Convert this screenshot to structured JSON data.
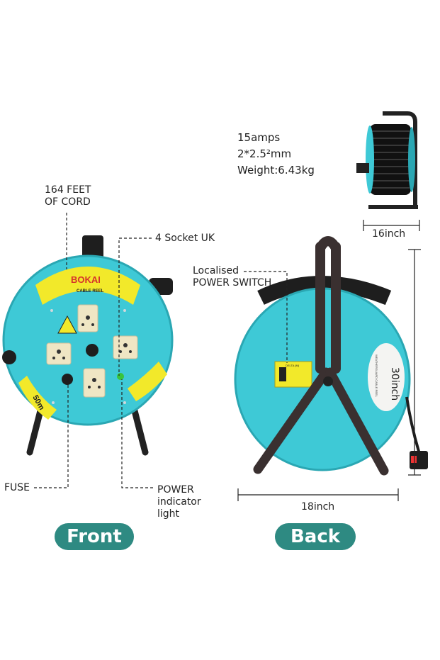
{
  "specs": {
    "amps": "15amps",
    "cable": "2*2.5²mm",
    "weight": "Weight:6.43kg"
  },
  "front_labels": {
    "cord_line1": "164 FEET",
    "cord_line2": "OF CORD",
    "sockets": "4 Socket UK",
    "fuse": "FUSE",
    "power_line1": "POWER",
    "power_line2": "indicator",
    "power_line3": "light"
  },
  "back_labels": {
    "switch_line1": "Localised",
    "switch_line2": "POWER SWITCH"
  },
  "dimensions": {
    "width_small": "16inch",
    "height": "30inch",
    "width": "18inch"
  },
  "reel_print": {
    "brand": "BOKAI",
    "cable_reel": "CABLE REEL",
    "length_tag": "50m",
    "switch_tag": "DELTA (M)",
    "rating_label": "WEATHERGUARD CABLE REEL"
  },
  "buttons": {
    "front": "Front",
    "back": "Back"
  },
  "colors": {
    "reel_teal": "#3ec9d6",
    "label_yellow": "#f2e92a",
    "frame_black": "#2a2a2a",
    "pill_green": "#2e8a82"
  }
}
